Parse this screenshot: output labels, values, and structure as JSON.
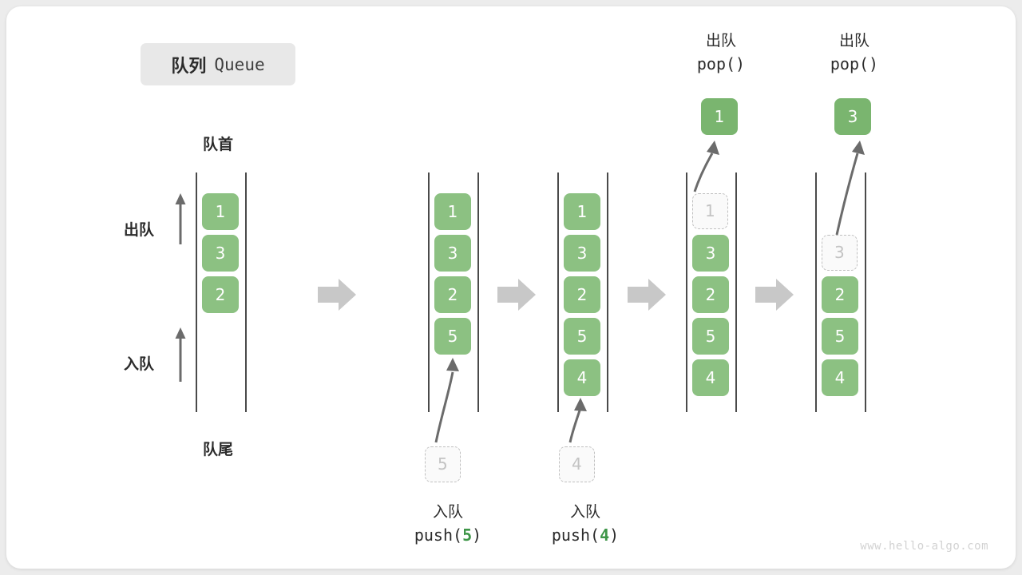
{
  "title": {
    "cn": "队列",
    "en": "Queue"
  },
  "labels": {
    "head": "队首",
    "tail": "队尾",
    "dequeue": "出队",
    "enqueue": "入队"
  },
  "watermark": "www.hello-algo.com",
  "colors": {
    "cell_green": "#8cc182",
    "accent_green": "#3e9648",
    "ghost_border": "#c0c0c0",
    "rail": "#4a4a4a",
    "step_arrow": "#c8c8c8",
    "text": "#2b2b2b",
    "card_bg": "#ffffff",
    "page_bg": "#ececec"
  },
  "columns": [
    {
      "id": "initial",
      "cells": [
        {
          "value": "1",
          "state": "filled"
        },
        {
          "value": "3",
          "state": "filled"
        },
        {
          "value": "2",
          "state": "filled"
        }
      ],
      "side_labels": {
        "top": "出队",
        "bottom": "入队"
      },
      "head_label": "队首",
      "tail_label": "队尾"
    },
    {
      "id": "after-push-5",
      "cells": [
        {
          "value": "1",
          "state": "filled"
        },
        {
          "value": "3",
          "state": "filled"
        },
        {
          "value": "2",
          "state": "filled"
        },
        {
          "value": "5",
          "state": "filled"
        }
      ],
      "incoming": {
        "value": "5",
        "state": "ghost"
      },
      "operation": {
        "cn": "入队",
        "code_prefix": "push(",
        "code_arg": "5",
        "code_suffix": ")"
      }
    },
    {
      "id": "after-push-4",
      "cells": [
        {
          "value": "1",
          "state": "filled"
        },
        {
          "value": "3",
          "state": "filled"
        },
        {
          "value": "2",
          "state": "filled"
        },
        {
          "value": "5",
          "state": "filled"
        },
        {
          "value": "4",
          "state": "filled"
        }
      ],
      "incoming": {
        "value": "4",
        "state": "ghost"
      },
      "operation": {
        "cn": "入队",
        "code_prefix": "push(",
        "code_arg": "4",
        "code_suffix": ")"
      }
    },
    {
      "id": "after-pop-1",
      "cells": [
        {
          "value": "1",
          "state": "ghost"
        },
        {
          "value": "3",
          "state": "filled"
        },
        {
          "value": "2",
          "state": "filled"
        },
        {
          "value": "5",
          "state": "filled"
        },
        {
          "value": "4",
          "state": "filled"
        }
      ],
      "outgoing": {
        "value": "1"
      },
      "operation": {
        "cn": "出队",
        "code": "pop()"
      }
    },
    {
      "id": "after-pop-3",
      "cells": [
        {
          "value": "3",
          "state": "ghost"
        },
        {
          "value": "2",
          "state": "filled"
        },
        {
          "value": "5",
          "state": "filled"
        },
        {
          "value": "4",
          "state": "filled"
        }
      ],
      "outgoing": {
        "value": "3"
      },
      "operation": {
        "cn": "出队",
        "code": "pop()"
      }
    }
  ]
}
